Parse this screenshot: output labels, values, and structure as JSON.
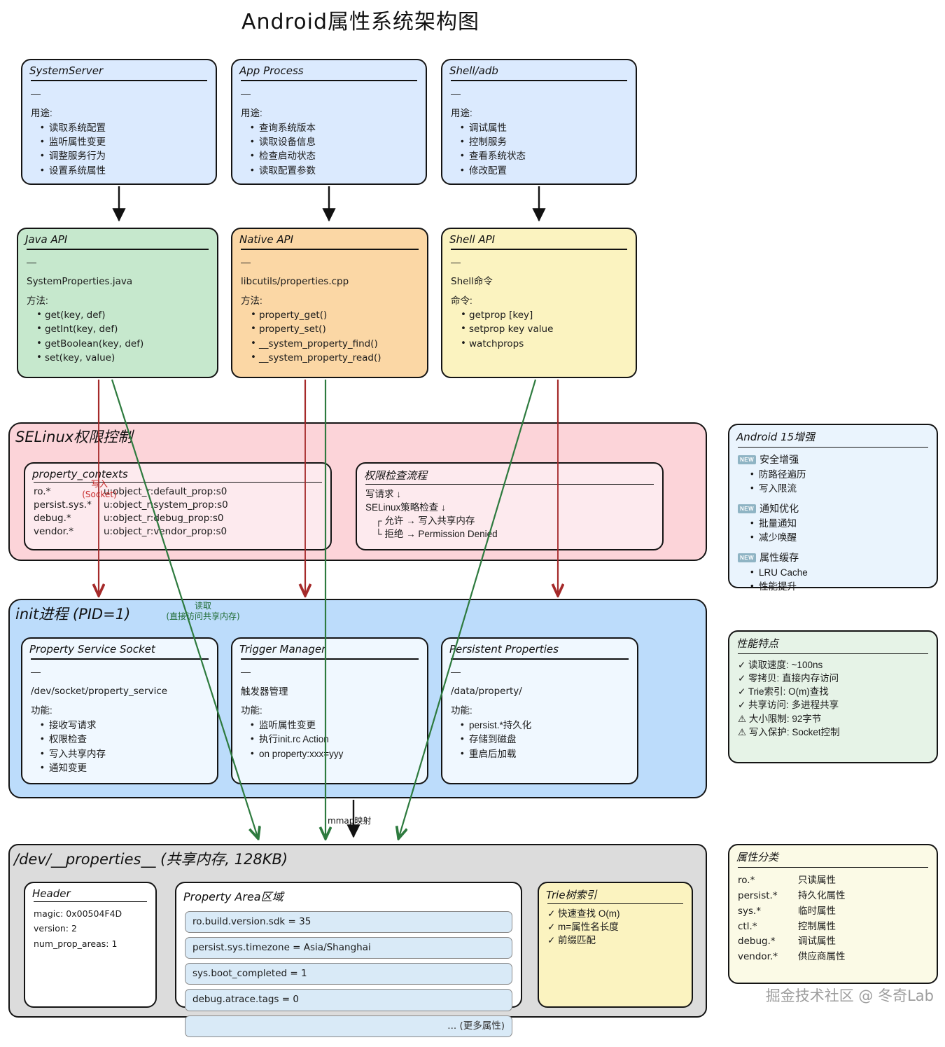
{
  "title": "Android属性系统架构图",
  "watermark": "掘金技术社区 @ 冬奇Lab",
  "clients": [
    {
      "name": "SystemServer",
      "dash": "—",
      "label": "用途:",
      "items": [
        "读取系统配置",
        "监听属性变更",
        "调整服务行为",
        "设置系统属性"
      ]
    },
    {
      "name": "App Process",
      "dash": "—",
      "label": "用途:",
      "items": [
        "查询系统版本",
        "读取设备信息",
        "检查启动状态",
        "读取配置参数"
      ]
    },
    {
      "name": "Shell/adb",
      "dash": "—",
      "label": "用途:",
      "items": [
        "调试属性",
        "控制服务",
        "查看系统状态",
        "修改配置"
      ]
    }
  ],
  "apis": [
    {
      "name": "Java API",
      "dash": "—",
      "file": "SystemProperties.java",
      "label": "方法:",
      "items": [
        "get(key, def)",
        "getInt(key, def)",
        "getBoolean(key, def)",
        "set(key, value)"
      ]
    },
    {
      "name": "Native API",
      "dash": "—",
      "file": "libcutils/properties.cpp",
      "label": "方法:",
      "items": [
        "property_get()",
        "property_set()",
        "__system_property_find()",
        "__system_property_read()"
      ]
    },
    {
      "name": "Shell API",
      "dash": "—",
      "file": "Shell命令",
      "label": "命令:",
      "items": [
        "getprop [key]",
        "setprop key value",
        "watchprops"
      ]
    }
  ],
  "selinux": {
    "title": "SELinux权限控制",
    "contexts": {
      "name": "property_contexts",
      "rows": [
        {
          "key": "ro.*",
          "value": "u:object_r:default_prop:s0"
        },
        {
          "key": "persist.sys.*",
          "value": "u:object_r:system_prop:s0"
        },
        {
          "key": "debug.*",
          "value": "u:object_r:debug_prop:s0"
        },
        {
          "key": "vendor.*",
          "value": "u:object_r:vendor_prop:s0"
        }
      ]
    },
    "flow": {
      "name": "权限检查流程",
      "line1": "写请求 ↓",
      "line2": "SELinux策略检查 ↓",
      "branch1": "┌ 允许 → 写入共享内存",
      "branch2": "└ 拒绝 → Permission Denied"
    }
  },
  "init": {
    "title": "init进程 (PID=1)",
    "boxes": [
      {
        "name": "Property Service Socket",
        "dash": "—",
        "file": "/dev/socket/property_service",
        "label": "功能:",
        "items": [
          "接收写请求",
          "权限检查",
          "写入共享内存",
          "通知变更"
        ]
      },
      {
        "name": "Trigger Manager",
        "dash": "—",
        "file": "触发器管理",
        "label": "功能:",
        "items": [
          "监听属性变更",
          "执行init.rc Action",
          "on property:xxx=yyy"
        ]
      },
      {
        "name": "Persistent Properties",
        "dash": "—",
        "file": "/data/property/",
        "label": "功能:",
        "items": [
          "persist.*持久化",
          "存储到磁盘",
          "重启后加载"
        ]
      }
    ]
  },
  "shm": {
    "title": "/dev/__properties__ (共享内存, 128KB)",
    "header": {
      "name": "Header",
      "rows": [
        "magic: 0x00504F4D",
        "version: 2",
        "num_prop_areas: 1"
      ]
    },
    "area": {
      "name": "Property Area区域",
      "props": [
        "ro.build.version.sdk = 35",
        "persist.sys.timezone = Asia/Shanghai",
        "sys.boot_completed = 1",
        "debug.atrace.tags = 0"
      ],
      "more": "... (更多属性)"
    },
    "trie": {
      "name": "Trie树索引",
      "items": [
        "✓ 快速查找 O(m)",
        "✓ m=属性名长度",
        "✓ 前缀匹配"
      ]
    }
  },
  "sidebar": {
    "android15": {
      "title": "Android 15增强",
      "groups": [
        {
          "badge": "NEW",
          "name": "安全增强",
          "items": [
            "防路径遍历",
            "写入限流"
          ]
        },
        {
          "badge": "NEW",
          "name": "通知优化",
          "items": [
            "批量通知",
            "减少唤醒"
          ]
        },
        {
          "badge": "NEW",
          "name": "属性缓存",
          "items": [
            "LRU Cache",
            "性能提升"
          ]
        }
      ]
    },
    "perf": {
      "title": "性能特点",
      "items": [
        "✓ 读取速度: ~100ns",
        "✓ 零拷贝: 直接内存访问",
        "✓ Trie索引: O(m)查找",
        "✓ 共享访问: 多进程共享",
        "⚠ 大小限制: 92字节",
        "⚠ 写入保护: Socket控制"
      ]
    },
    "categories": {
      "title": "属性分类",
      "rows": [
        {
          "key": "ro.*",
          "value": "只读属性"
        },
        {
          "key": "persist.*",
          "value": "持久化属性"
        },
        {
          "key": "sys.*",
          "value": "临时属性"
        },
        {
          "key": "ctl.*",
          "value": "控制属性"
        },
        {
          "key": "debug.*",
          "value": "调试属性"
        },
        {
          "key": "vendor.*",
          "value": "供应商属性"
        }
      ]
    }
  },
  "edges": {
    "write_label_1": "写入",
    "write_label_2": "(Socket)",
    "read_label_1": "读取",
    "read_label_2": "(直接访问共享内存)",
    "mmap_label": "mmap映射"
  },
  "colors": {
    "client": "#dbeafe",
    "java": "#c6e8cd",
    "native": "#fbd7a5",
    "shell": "#fbf3c0",
    "selinux": "#fcd4d9",
    "init": "#bcdcfb",
    "shm": "#dcdcdc",
    "write_arrow": "#a52a2a",
    "read_arrow": "#2d7a3e"
  }
}
